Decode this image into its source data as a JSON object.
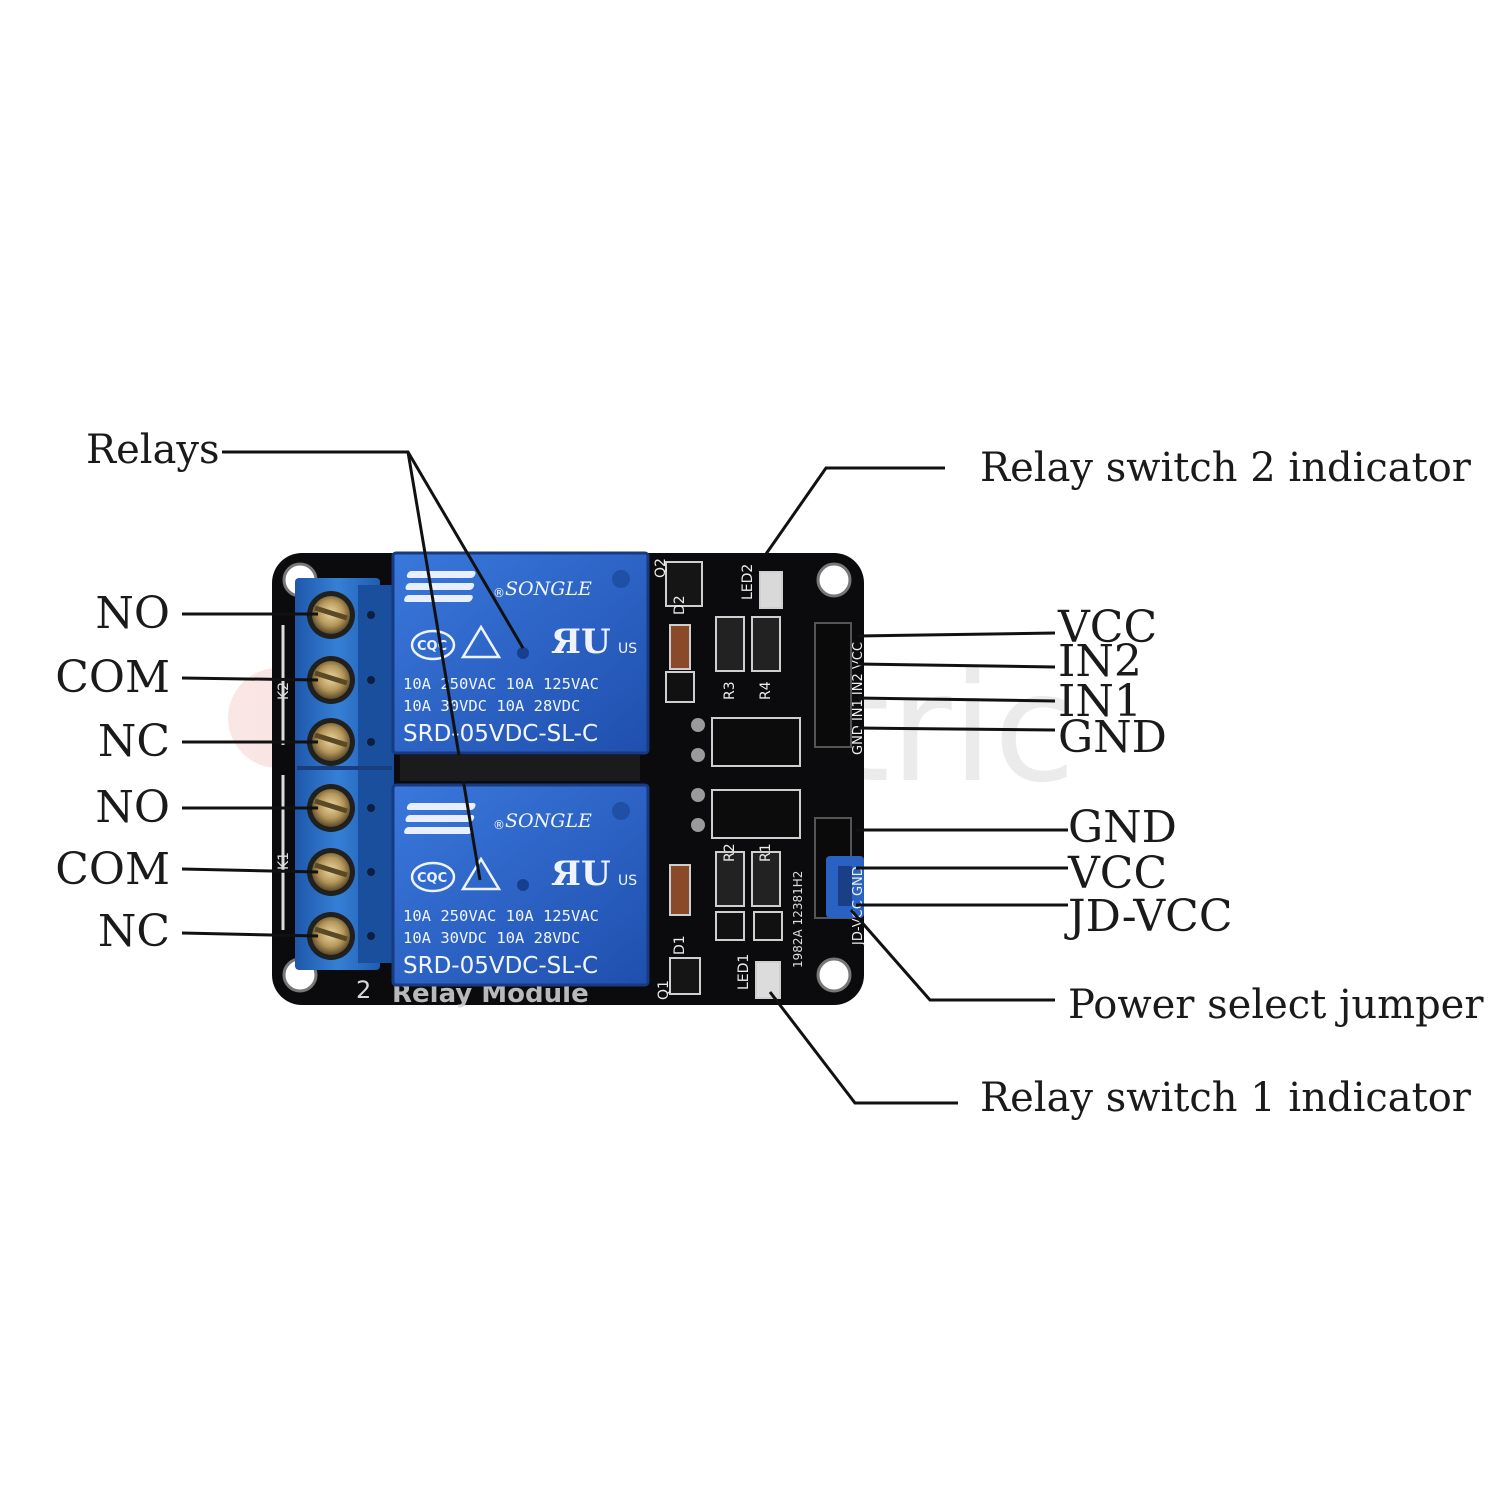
{
  "labels": {
    "relays": "Relays",
    "relay_switch_2_indicator": "Relay switch 2 indicator",
    "relay_switch_1_indicator": "Relay switch 1 indicator",
    "power_select_jumper": "Power select jumper",
    "left_terminals": [
      "NO",
      "COM",
      "NC",
      "NO",
      "COM",
      "NC"
    ],
    "right_pins_top": [
      "VCC",
      "IN2",
      "IN1",
      "GND"
    ],
    "right_pins_bottom": [
      "GND",
      "VCC",
      "JD-VCC"
    ]
  },
  "board": {
    "relay_brand": "SONGLE",
    "relay_rating_line1": "10A 250VAC  10A 125VAC",
    "relay_rating_line2": "10A  30VDC  10A  28VDC",
    "relay_model": "SRD-05VDC-SL-C",
    "cert_cqc": "CQC",
    "cert_us": "US",
    "module_number": "2",
    "module_text": "Relay Module",
    "header_top_silk": "GND IN1 IN2 VCC",
    "header_bottom_silk": "JD-VCC GND",
    "pcb_code": "1982A  12381H2",
    "watermark": "Electric",
    "component_labels": {
      "d1": "D1",
      "d2": "D2",
      "r1": "R1",
      "r2": "R2",
      "r3": "R3",
      "r4": "R4",
      "led1": "LED1",
      "led2": "LED2",
      "q1": "Q1",
      "q2": "Q2",
      "k1": "K1",
      "k2": "K2"
    }
  },
  "colors": {
    "pcb": "#0b0b0d",
    "relay_blue": "#2a63c9",
    "terminal_blue": "#2a6fc8",
    "jumper_blue": "#2a62c4",
    "leader": "#111111"
  }
}
